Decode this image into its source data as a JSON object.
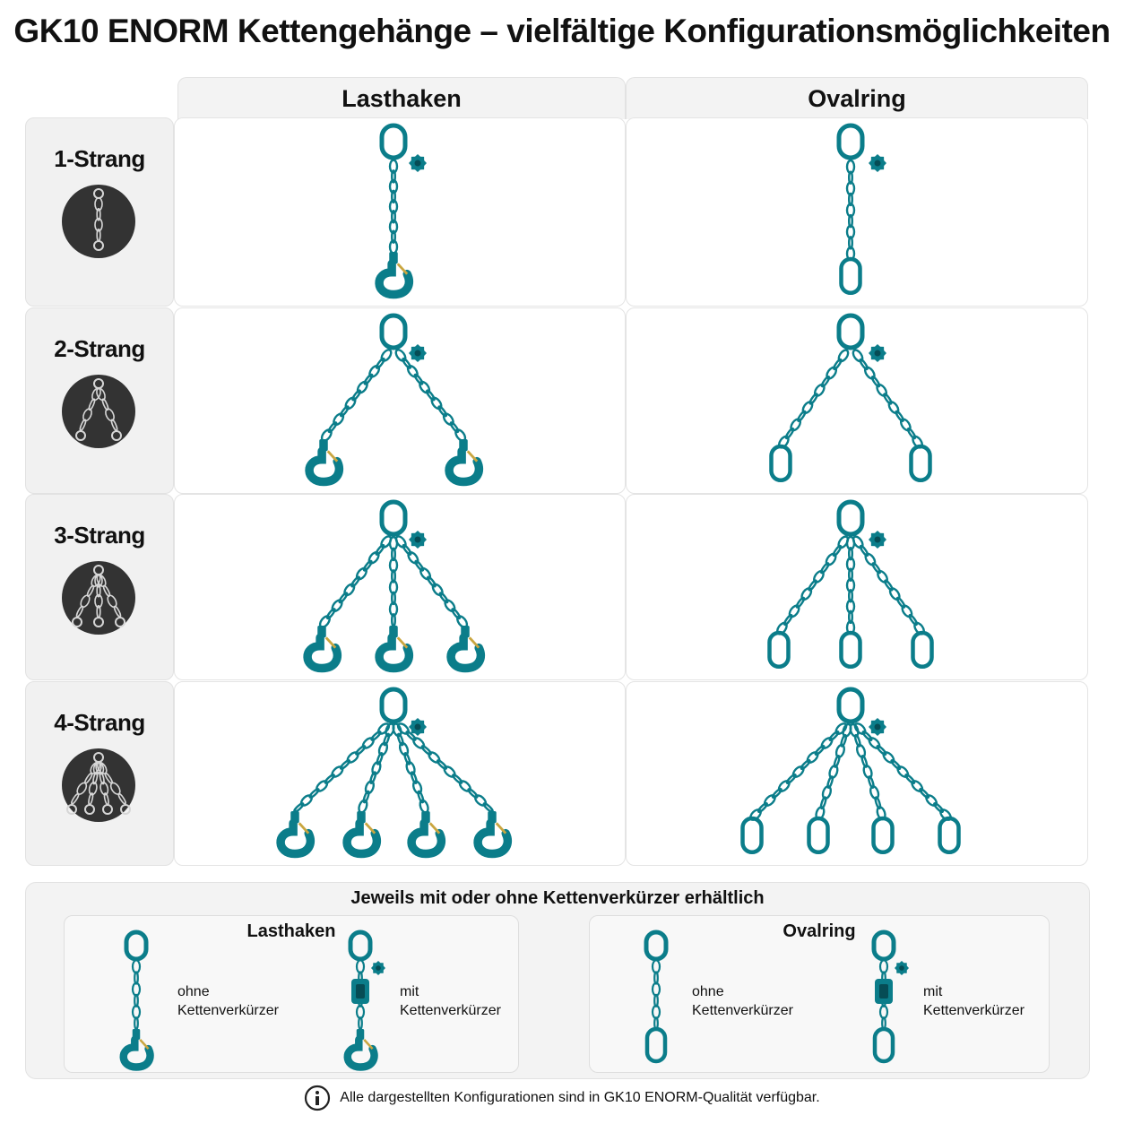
{
  "title": "GK10 ENORM Kettengehänge – vielfältige Konfigurationsmöglichkeiten",
  "columns": [
    "Lasthaken",
    "Ovalring"
  ],
  "rows": [
    {
      "label": "1-Strang",
      "strands": 1
    },
    {
      "label": "2-Strang",
      "strands": 2
    },
    {
      "label": "3-Strang",
      "strands": 3
    },
    {
      "label": "4-Strang",
      "strands": 4
    }
  ],
  "bottom": {
    "title": "Jeweils mit oder ohne Kettenverkürzer erhältlich",
    "panels": [
      {
        "title": "Lasthaken",
        "without_1": "ohne",
        "without_2": "Kettenverkürzer",
        "with_1": "mit",
        "with_2": "Kettenverkürzer"
      },
      {
        "title": "Ovalring",
        "without_1": "ohne",
        "without_2": "Kettenverkürzer",
        "with_1": "mit",
        "with_2": "Kettenverkürzer"
      }
    ]
  },
  "footnote": "Alle  dargestellten  Konfigurationen sind in GK10 ENORM-Qualität verfügbar.",
  "colors": {
    "chain": "#0b7d8a",
    "chain_light": "#1aa3b0",
    "latch": "#c9a640",
    "icon_bg": "#333333",
    "icon_ring": "#d6d6d6"
  }
}
